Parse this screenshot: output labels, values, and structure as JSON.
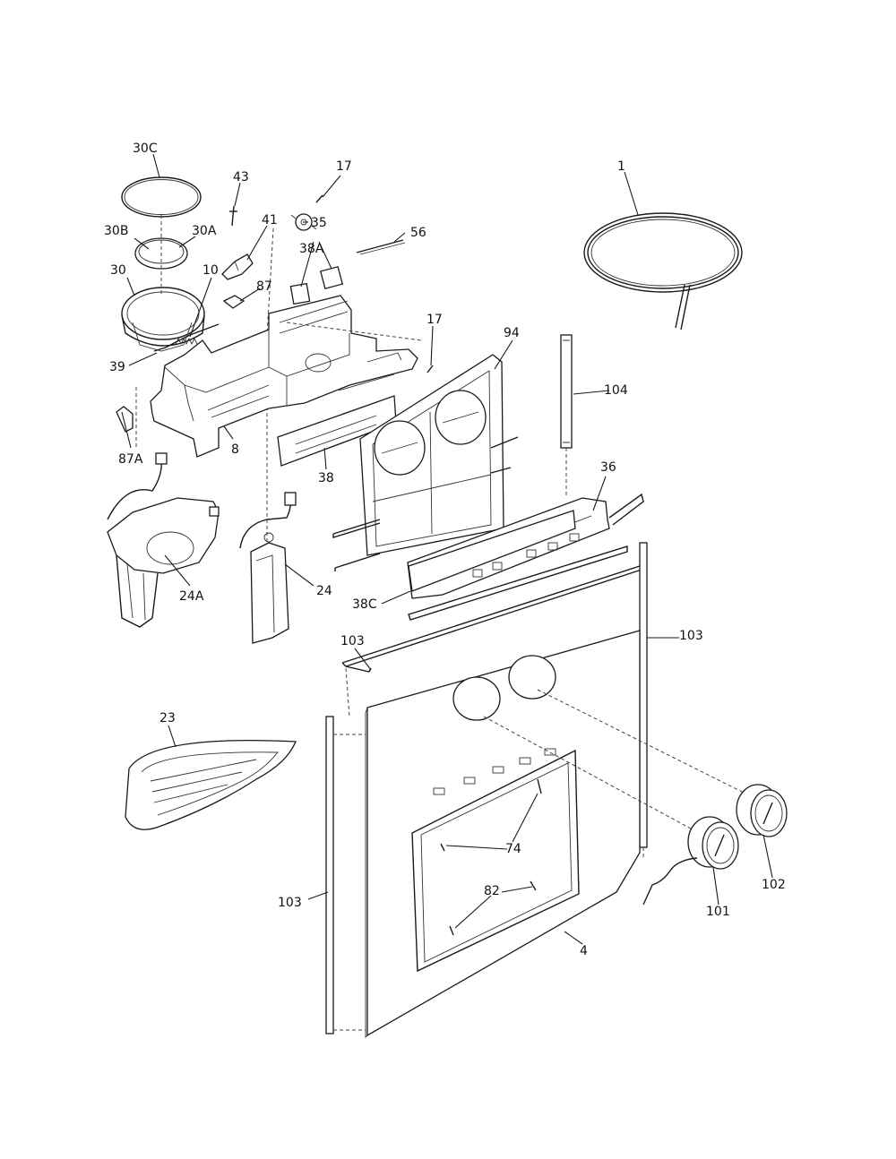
{
  "labels": {
    "l30c": "30C",
    "l43": "43",
    "l17a": "17",
    "l1": "1",
    "l30b": "30B",
    "l30a": "30A",
    "l41": "41",
    "l35": "35",
    "l38a": "38A",
    "l56": "56",
    "l30": "30",
    "l10": "10",
    "l87": "87",
    "l17b": "17",
    "l94": "94",
    "l39": "39",
    "l104": "104",
    "l87a": "87A",
    "l8": "8",
    "l38": "38",
    "l36": "36",
    "l24": "24",
    "l38c": "38C",
    "l24a": "24A",
    "l103a": "103",
    "l103b": "103",
    "l23": "23",
    "l74": "74",
    "l82": "82",
    "l102": "102",
    "l101": "101",
    "l103c": "103",
    "l4": "4"
  }
}
